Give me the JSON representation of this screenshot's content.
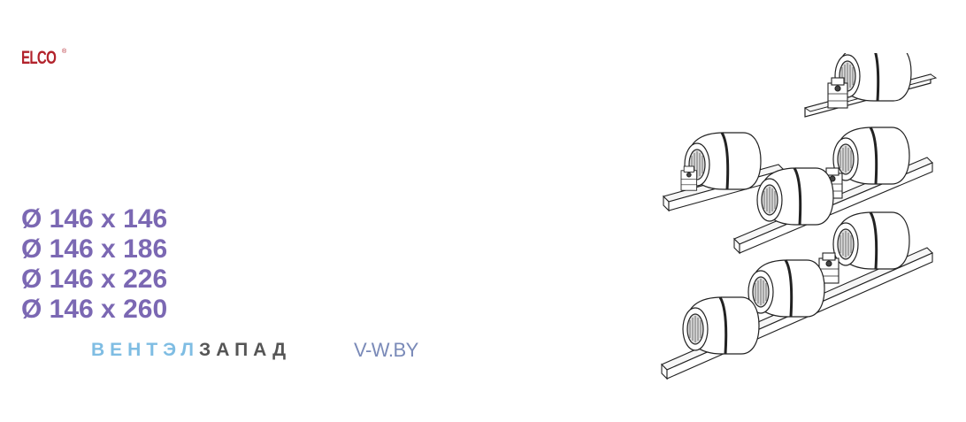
{
  "logo": {
    "text": "ELCO",
    "registered_mark": "®",
    "color": "#b2232c"
  },
  "sizes": [
    "Ø 146 x 146",
    "Ø 146 x 186",
    "Ø 146 x 226",
    "Ø 146 x 260"
  ],
  "sizes_color": "#7b68b3",
  "brand": {
    "part1": "ВЕНТЭЛ",
    "part2": "ЗАПАД",
    "part1_color": "#7fbde3",
    "part2_color": "#555555"
  },
  "website": "V-W.BY",
  "website_color": "#7a8ab8",
  "product_images": [
    "single-fan-blower-icon",
    "single-fan-blower-icon",
    "double-fan-blower-icon",
    "triple-fan-blower-icon"
  ]
}
